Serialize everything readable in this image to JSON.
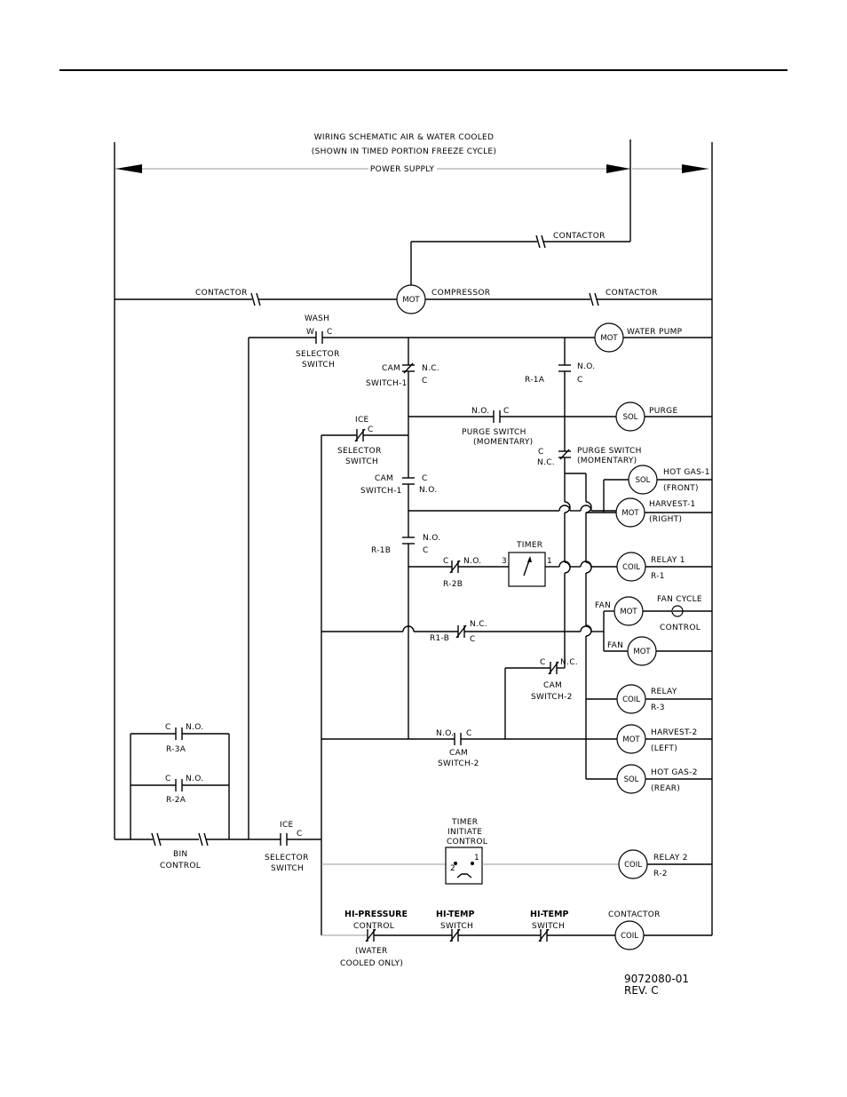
{
  "title": {
    "line1": "WIRING SCHEMATIC AIR & WATER COOLED",
    "line2": "(SHOWN IN TIMED PORTION FREEZE CYCLE)"
  },
  "power_supply_label": "POWER SUPPLY",
  "labels": {
    "contactor": "CONTACTOR",
    "compressor": "COMPRESSOR",
    "wash": "WASH",
    "w": "W",
    "c": "C",
    "no": "N.O.",
    "nc": "N.C.",
    "selector": "SELECTOR",
    "switch": "SWITCH",
    "cam": "CAM",
    "switch_1": "SWITCH-1",
    "switch_2": "SWITCH-2",
    "r1a": "R-1A",
    "r1b": "R-1B",
    "r2b": "R-2B",
    "r1b_nc": "R1-B",
    "r3a": "R-3A",
    "r2a": "R-2A",
    "purge": "PURGE",
    "purge_switch": "PURGE SWITCH",
    "momentary": "(MOMENTARY)",
    "ice": "ICE",
    "water_pump": "WATER PUMP",
    "hot_gas_1": "HOT GAS-1",
    "front": "(FRONT)",
    "harvest_1": "HARVEST-1",
    "right": "(RIGHT)",
    "timer": "TIMER",
    "timer_3": "3",
    "timer_1": "1",
    "relay_1": "RELAY 1",
    "r_1": "R-1",
    "fan": "FAN",
    "fan_cycle": "FAN CYCLE",
    "control": "CONTROL",
    "relay": "RELAY",
    "r_3": "R-3",
    "harvest_2": "HARVEST-2",
    "left": "(LEFT)",
    "hot_gas_2": "HOT GAS-2",
    "rear": "(REAR)",
    "bin": "BIN",
    "timer_initiate_1": "TIMER",
    "timer_initiate_2": "INITIATE",
    "timer_initiate_3": "CONTROL",
    "ti_2": "2",
    "ti_1": "1",
    "relay_2": "RELAY 2",
    "r_2": "R-2",
    "hi_pressure": "HI-PRESSURE",
    "water": "(WATER",
    "cooled_only": "COOLED ONLY)",
    "hi_temp": "HI-TEMP"
  },
  "devices": {
    "mot": "MOT",
    "sol": "SOL",
    "coil": "COIL"
  },
  "part_number": "9072080-01",
  "revision": "REV. C"
}
